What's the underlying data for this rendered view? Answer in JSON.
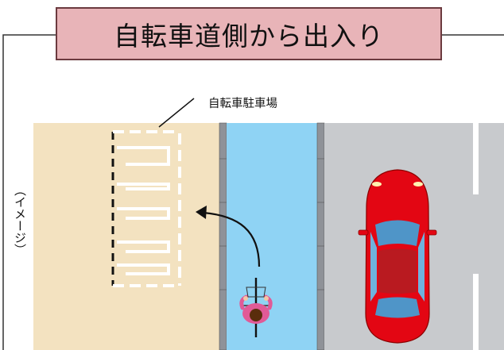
{
  "title": "自転車道側から出入り",
  "parking_label": "自転車駐車場",
  "side_note": "（イメージ）",
  "colors": {
    "title_bg": "#e8b4b8",
    "sidewalk": "#f3e2c0",
    "bike_lane": "#8fd3f4",
    "road": "#c8cacd",
    "car": "#e30613",
    "parking_lines": "#ffffff"
  },
  "icons": {
    "arrow": "curved-arrow-icon",
    "cyclist": "cyclist-icon",
    "car": "car-icon"
  }
}
